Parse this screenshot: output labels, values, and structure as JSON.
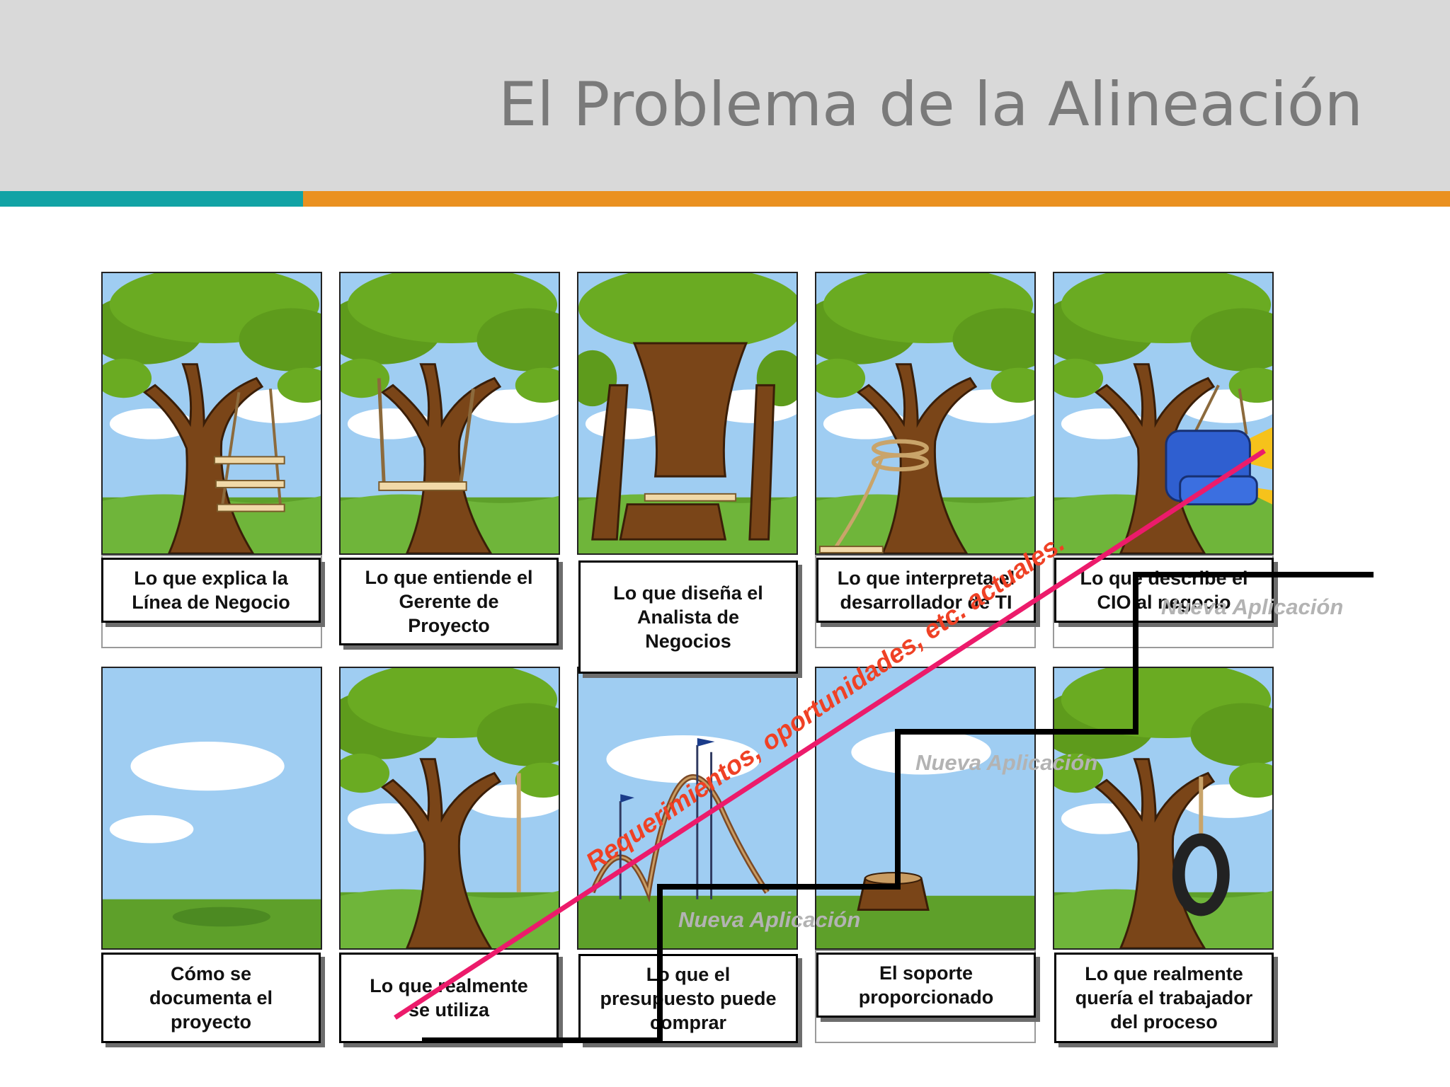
{
  "slide": {
    "title": "El Problema de la Alineación",
    "colors": {
      "teal": "#12a3a5",
      "orange": "#ea9120",
      "diagonal_line": "#ec1b6b",
      "diagonal_text": "#ef4125"
    }
  },
  "panels": {
    "top": [
      {
        "caption": "Lo que explica  la\nLínea de Negocio",
        "icon": "rope-ladder-swing"
      },
      {
        "caption": "Lo que entiende el\nGerente de\nProyecto",
        "icon": "plank-swing-cut-trunk"
      },
      {
        "caption": "Lo que diseña el\nAnalista de\nNegocios",
        "icon": "trunk-through-swing"
      },
      {
        "caption": "Lo que interpreta el\ndesarrollador de TI",
        "icon": "rope-tied-trunk"
      },
      {
        "caption": "Lo que describe el\nCIO al negocio",
        "icon": "armchair-swing"
      }
    ],
    "bottom": [
      {
        "caption": "Cómo se\ndocumenta el\nproyecto",
        "icon": "empty-landscape"
      },
      {
        "caption": "Lo que realmente\nse utiliza",
        "icon": "single-rope"
      },
      {
        "caption": "Lo que el\npresupuesto puede\ncomprar",
        "icon": "roller-coaster"
      },
      {
        "caption": "El soporte\nproporcionado",
        "icon": "tree-stump"
      },
      {
        "caption": "Lo que realmente\nquería el trabajador\ndel proceso",
        "icon": "tire-swing"
      }
    ]
  },
  "overlay": {
    "diagonal_label": "Requerimientos, oportunidades, etc. actuales.",
    "step_labels": [
      "Nueva Aplicación",
      "Nueva Aplicación",
      "Nueva Aplicación"
    ]
  }
}
